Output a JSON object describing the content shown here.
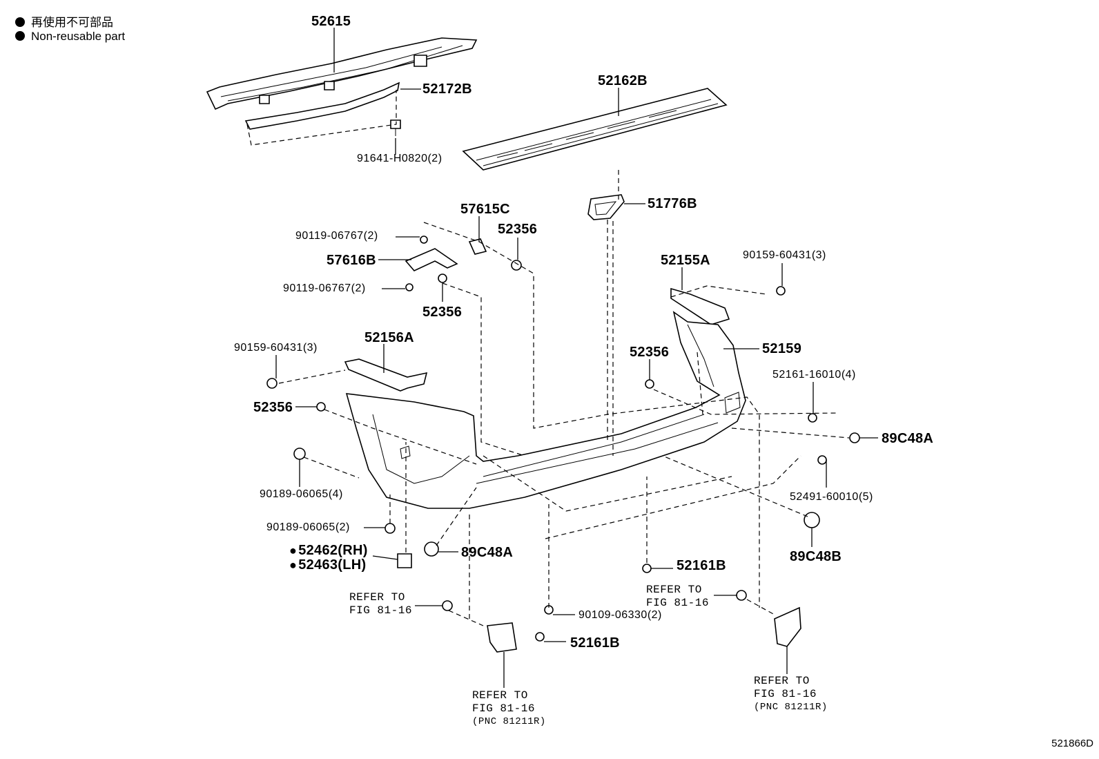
{
  "legend": {
    "jp": "再使用不可部品",
    "en": "Non-reusable part"
  },
  "figure_id": "521866D",
  "labels": {
    "p52615": "52615",
    "p52172B": "52172B",
    "p91641": "91641-H0820(2)",
    "p52162B": "52162B",
    "p51776B": "51776B",
    "p57615C": "57615C",
    "p52356_a": "52356",
    "p90119_a": "90119-06767(2)",
    "p57616B": "57616B",
    "p90119_b": "90119-06767(2)",
    "p52356_b": "52356",
    "p52155A": "52155A",
    "p90159_a": "90159-60431(3)",
    "p52156A": "52156A",
    "p90159_b": "90159-60431(3)",
    "p52356_c": "52356",
    "p52159": "52159",
    "p52356_d": "52356",
    "p52161_16010": "52161-16010(4)",
    "p89C48A_r": "89C48A",
    "p90189_a": "90189-06065(4)",
    "p52491": "52491-60010(5)",
    "p90189_b": "90189-06065(2)",
    "p89C48B": "89C48B",
    "p52462": "52462(RH)",
    "p52463": "52463(LH)",
    "p89C48A_l": "89C48A",
    "p52161B_a": "52161B",
    "p90109": "90109-06330(2)",
    "p52161B_b": "52161B"
  },
  "refs": {
    "ref_left": {
      "line1": "REFER TO",
      "line2": "FIG 81-16"
    },
    "ref_mid": {
      "line1": "REFER TO",
      "line2": "FIG 81-16"
    },
    "ref_bottom_left": {
      "line1": "REFER TO",
      "line2": "FIG 81-16",
      "line3": "(PNC 81211R)"
    },
    "ref_bottom_right": {
      "line1": "REFER TO",
      "line2": "FIG 81-16",
      "line3": "(PNC 81211R)"
    }
  }
}
